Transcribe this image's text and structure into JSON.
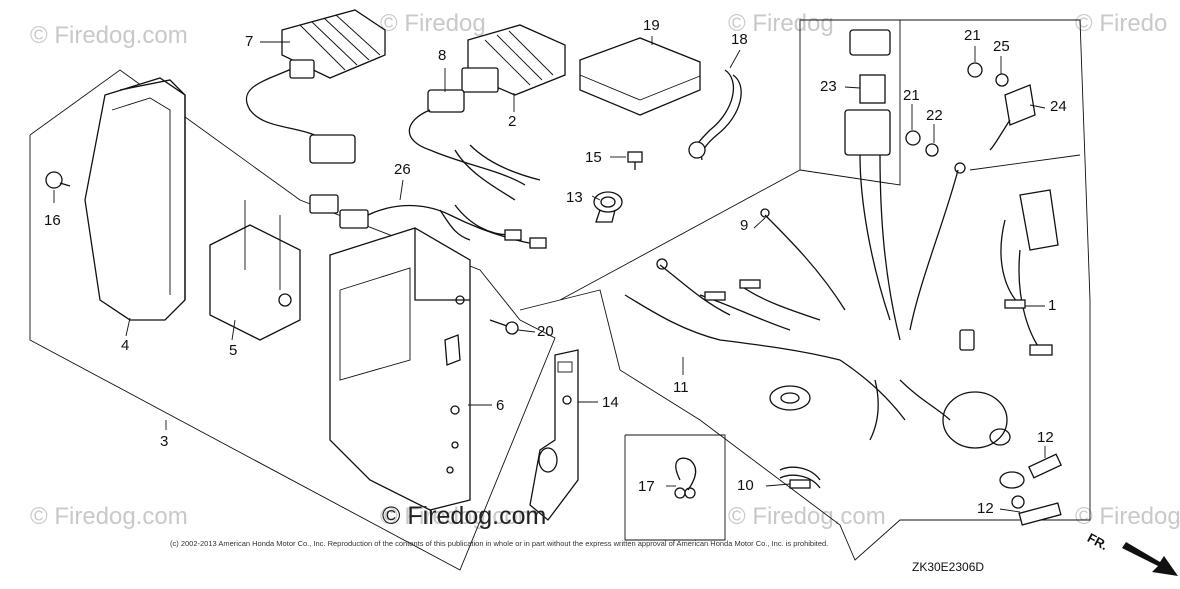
{
  "watermarks": [
    "© Firedog.com",
    "© Firedog",
    "© Firedog",
    "© Firedo",
    "© Firedog.com",
    "© Firedog.com",
    "© Firedog.com",
    "© Firedog"
  ],
  "brand_text": "© Firedog.com",
  "copyright": "(c) 2002-2013 American Honda Motor Co., Inc. Reproduction of the contents of this publication in whole or in part without the express written approval of American Honda Motor Co., Inc. is prohibited.",
  "diagram_code": "ZK30E2306D",
  "front_arrow_label": "FR.",
  "callouts": {
    "c1": "1",
    "c2": "2",
    "c3": "3",
    "c4": "4",
    "c5": "5",
    "c6": "6",
    "c7": "7",
    "c8": "8",
    "c9": "9",
    "c10": "10",
    "c11": "11",
    "c12a": "12",
    "c12b": "12",
    "c13": "13",
    "c14": "14",
    "c15": "15",
    "c16": "16",
    "c17": "17",
    "c18": "18",
    "c19": "19",
    "c20": "20",
    "c21a": "21",
    "c21b": "21",
    "c22": "22",
    "c23": "23",
    "c24": "24",
    "c25": "25",
    "c26": "26"
  }
}
